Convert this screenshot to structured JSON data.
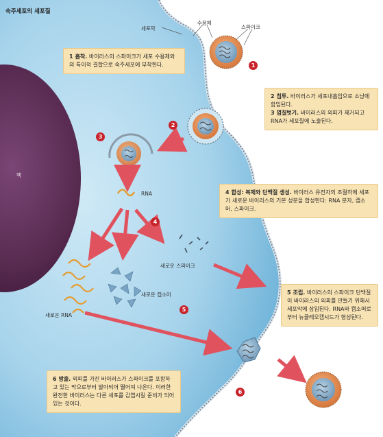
{
  "title": "숙주세포의 세포질",
  "labels": {
    "membrane": "세포막",
    "receptor": "수용체",
    "spike": "스파이크",
    "nucleus": "핵",
    "rna": "RNA",
    "new_spike": "새로운 스파이크",
    "new_capsomer": "새로운 캡소머",
    "new_rna": "새로운 RNA"
  },
  "steps": [
    {
      "n": "1",
      "title": "흡착.",
      "text": "바이러스의 스파이크가 세포 수용체와의 특이적 결합으로 숙주세포에 부착한다."
    },
    {
      "n": "2",
      "title": "침투.",
      "text": "바이러스가 세포내흡입으로 소낭에 함입된다."
    },
    {
      "n": "3",
      "title": "껍질벗기.",
      "text": "바이러스의 외피가 제거되고 RNA가 세포질에 노출된다."
    },
    {
      "n": "4",
      "title": "합성: 복제와 단백질 생성.",
      "text": "바이러스 유전자의 조절하에 세포가 새로운 바이러스의 기본 성분을 합성한다: RNA 분자, 캡소머, 스파이크."
    },
    {
      "n": "5",
      "title": "조립.",
      "text": "바이러스의 스파이크 단백질이 바이러스의 외피를 만들기 위해서 세포막에 삽입된다. RNA와 캡소머로부터 뉴클레오캡시드가 형성된다."
    },
    {
      "n": "6",
      "title": "방출.",
      "text": "외피를 가진 바이러스가 스파이크를 포함하고 있는 막으로부터 발아되어 떨어져 나온다. 이러한 완전한 바이러스는 다른 세포를 감염시킬 준비가 되어 있는 것이다."
    }
  ],
  "markers": [
    "1",
    "2",
    "3",
    "4",
    "5",
    "6"
  ],
  "colors": {
    "cytoplasm": "#a9d5ec",
    "nucleus": "#5a2d55",
    "membrane_edge": "#7a8a99",
    "note_bg": "#f8e3b4",
    "arrow": "#e0525e",
    "marker": "#c8232b"
  }
}
